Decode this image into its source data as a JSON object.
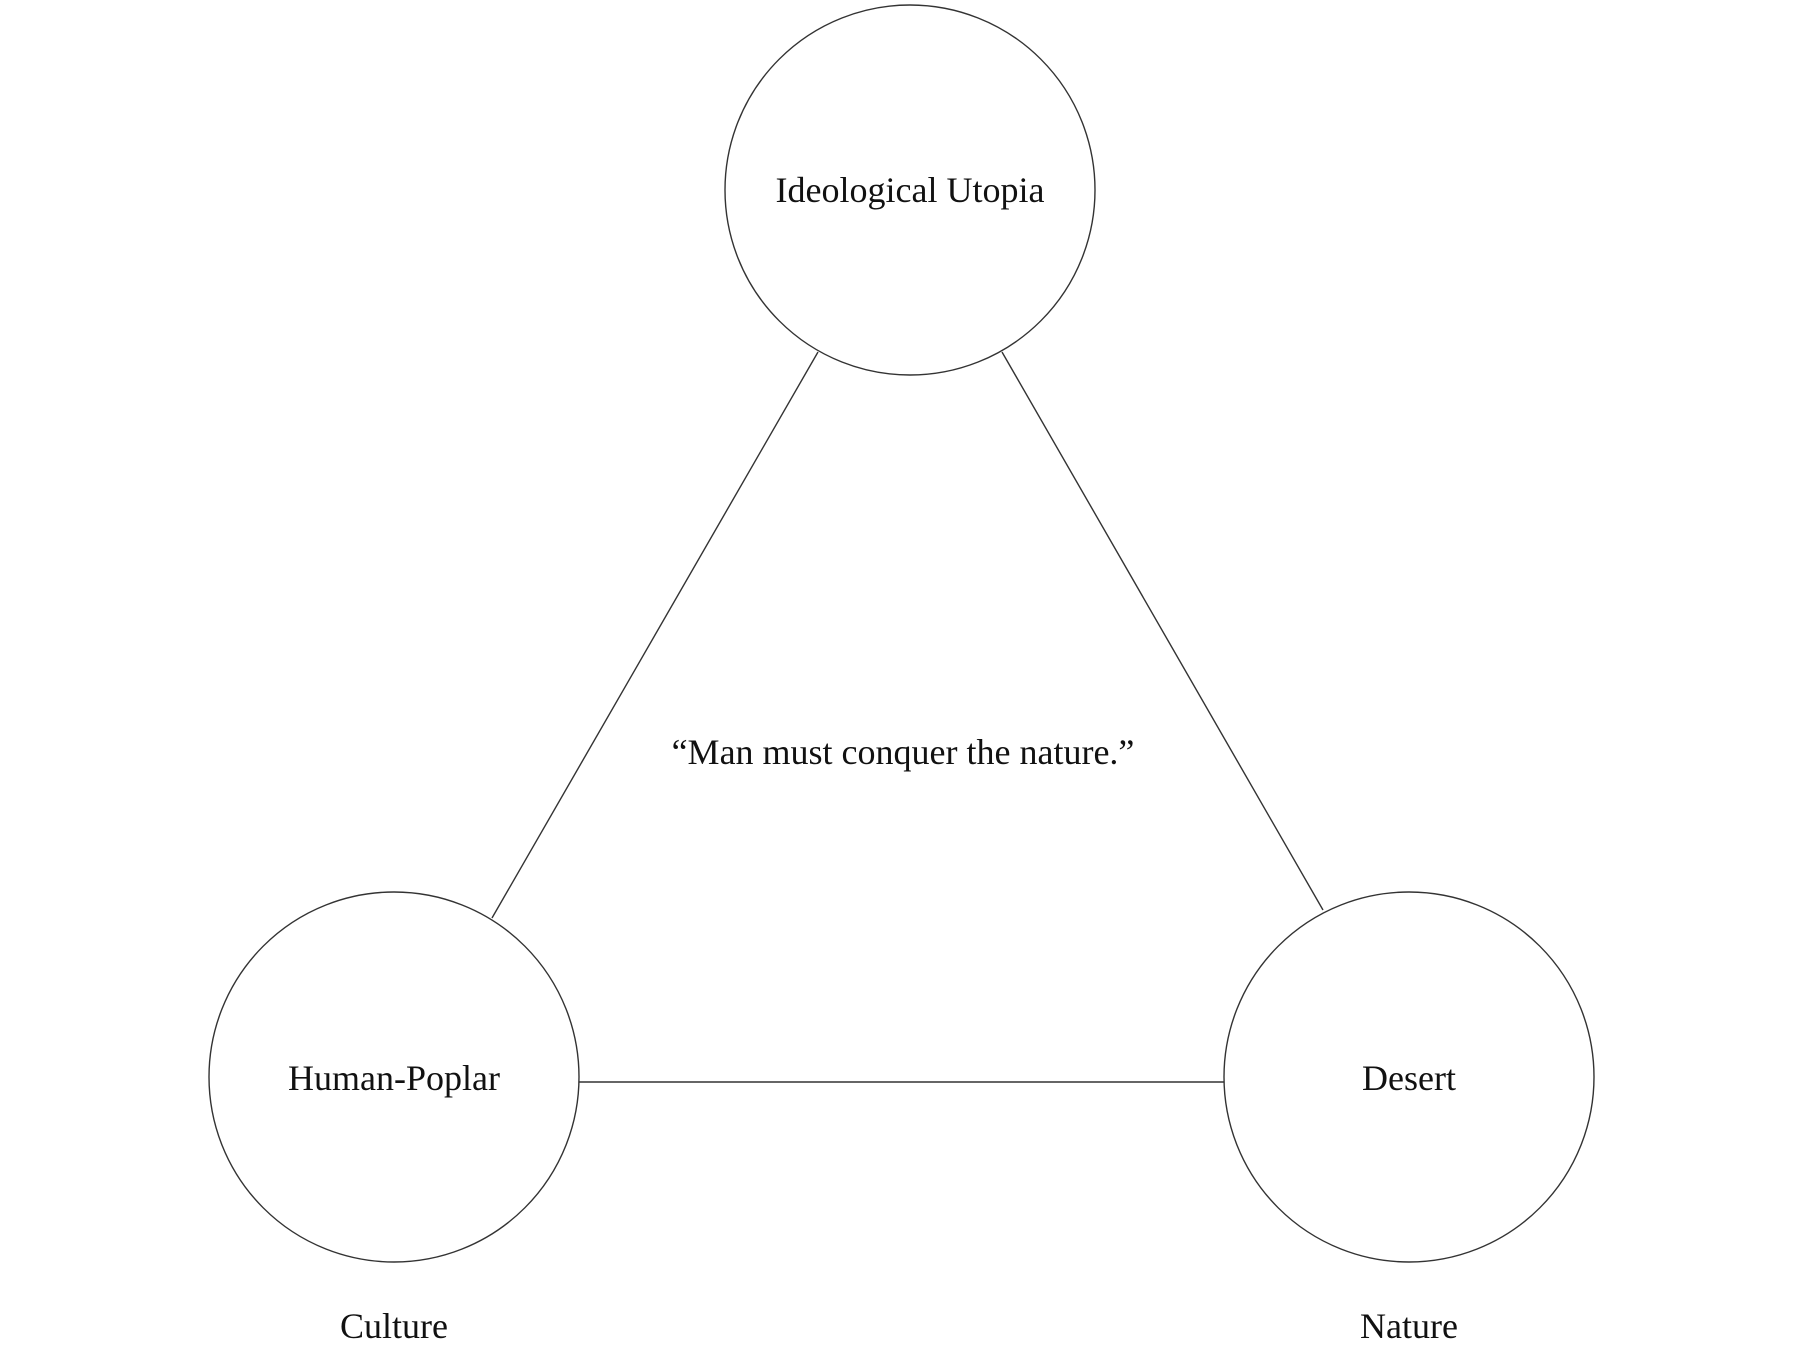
{
  "nodes": {
    "top": {
      "label": "Ideological Utopia"
    },
    "left": {
      "label": "Human-Poplar"
    },
    "right": {
      "label": "Desert"
    }
  },
  "center_quote": "“Man must conquer the nature.”",
  "axis_labels": {
    "left": "Culture",
    "right": "Nature"
  },
  "colors": {
    "stroke": "#333333",
    "text": "#111111",
    "background": "#ffffff"
  }
}
